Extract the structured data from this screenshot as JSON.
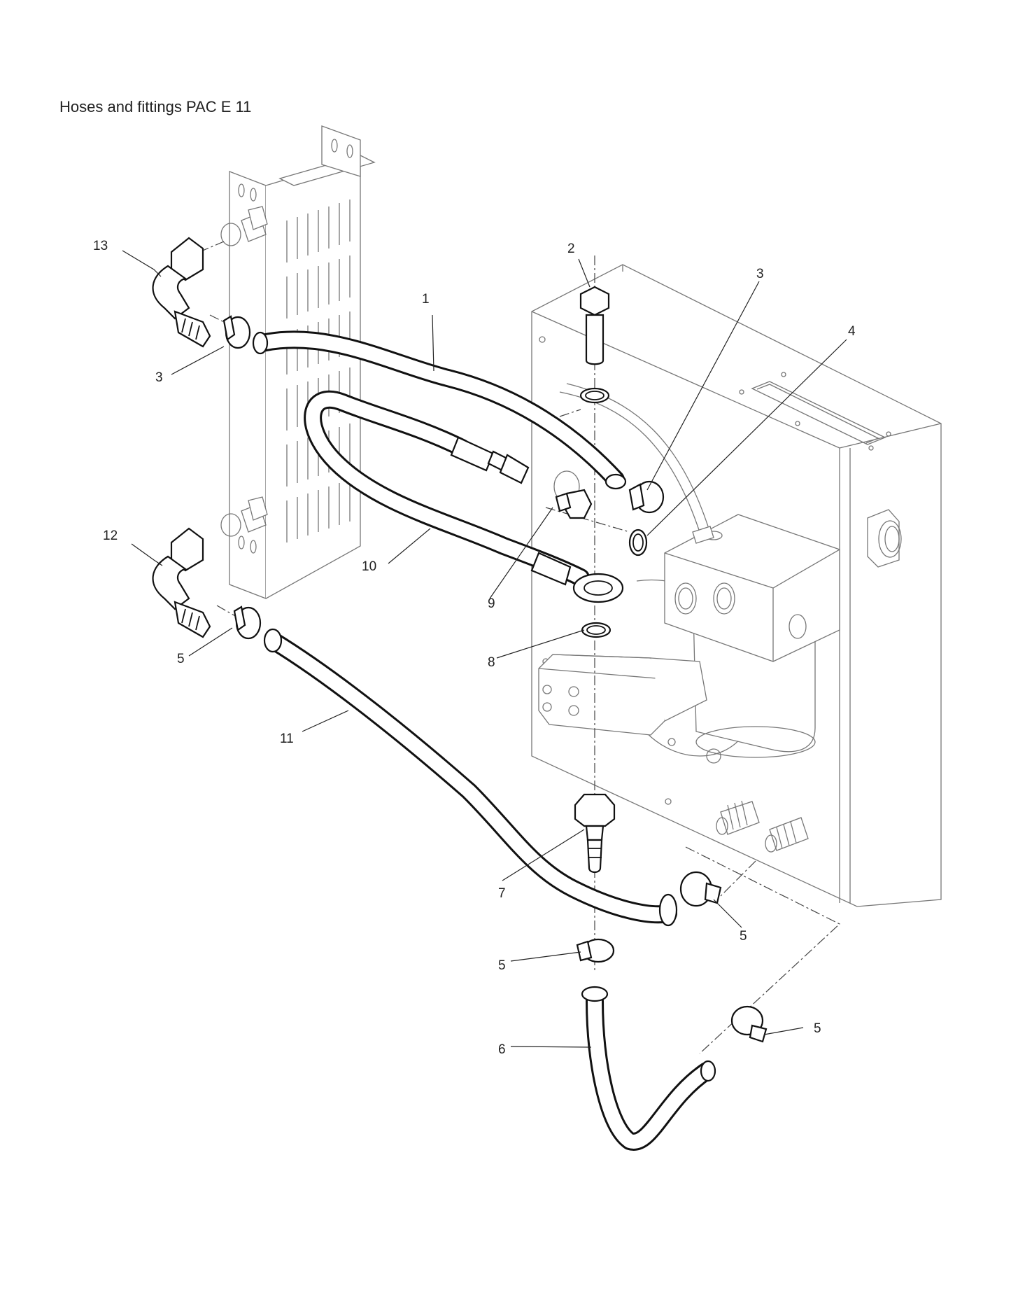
{
  "title": "Hoses and fittings PAC E 11",
  "callouts": {
    "c1": "1",
    "c2": "2",
    "c3a": "3",
    "c3b": "3",
    "c4": "4",
    "c5a": "5",
    "c5b": "5",
    "c5c": "5",
    "c5d": "5",
    "c6": "6",
    "c7": "7",
    "c8": "8",
    "c9": "9",
    "c10": "10",
    "c11": "11",
    "c12": "12",
    "c13": "13"
  }
}
